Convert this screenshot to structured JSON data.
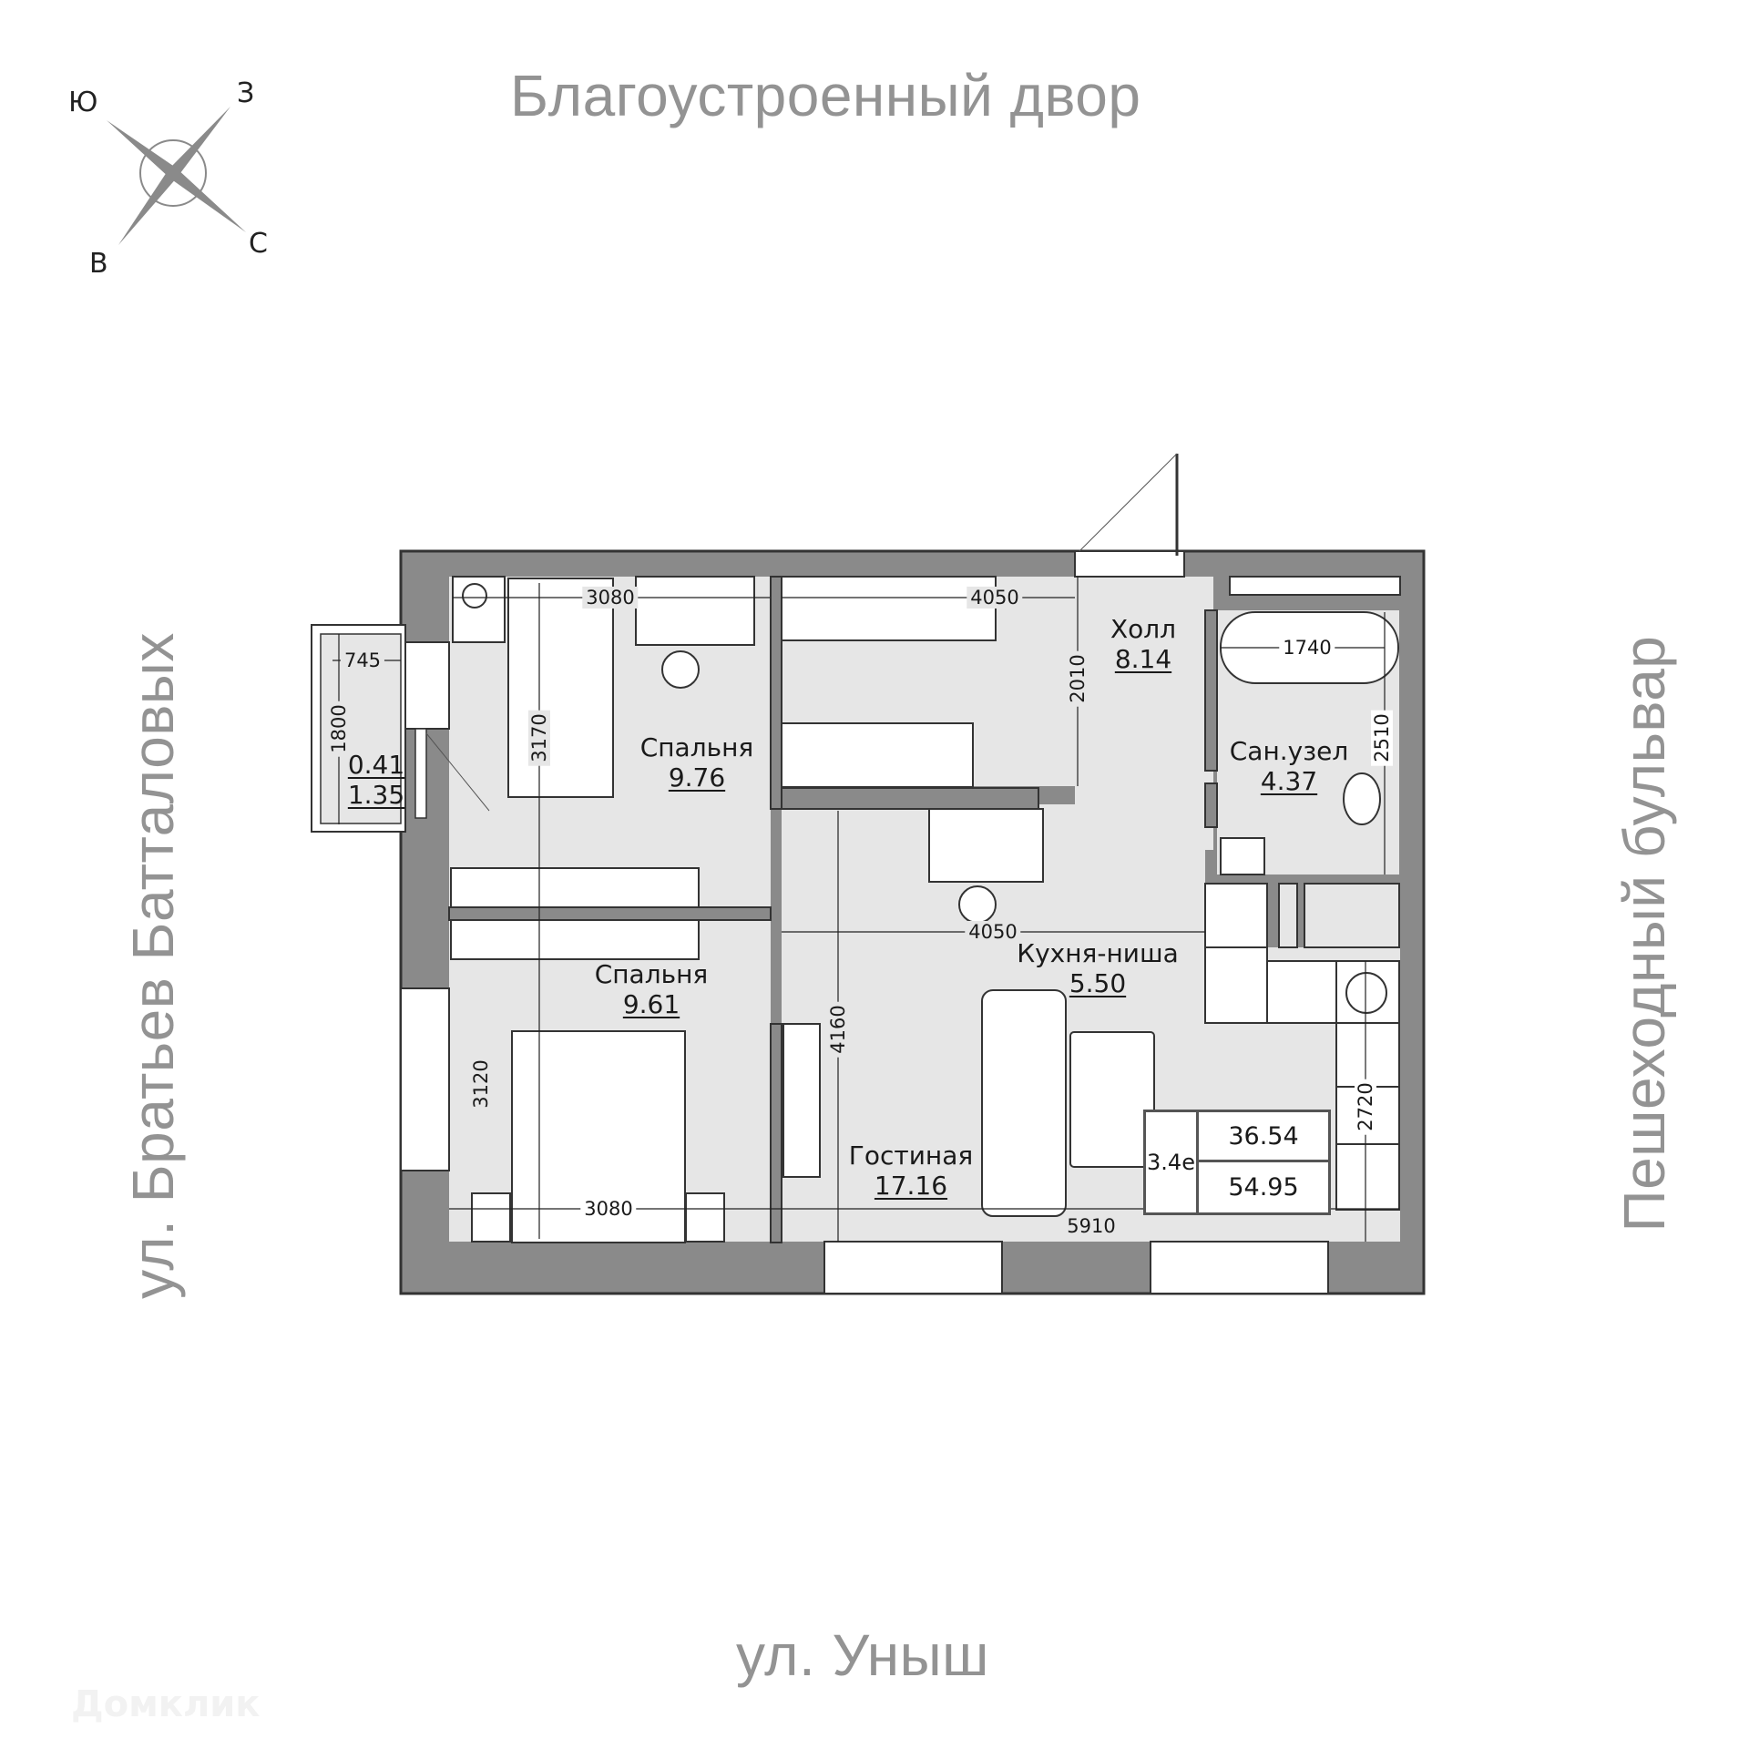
{
  "streets": {
    "top": "Благоустроенный двор",
    "bottom": "ул. Уныш",
    "left": "ул. Братьев Батталовых",
    "right": "Пешеходный бульвар"
  },
  "compass": {
    "labels": {
      "nw": "Ю",
      "ne": "З",
      "sw": "В",
      "se": "С"
    }
  },
  "watermark": "Домклик",
  "colors": {
    "wall": "#8a8a8a",
    "wall_outline": "#333333",
    "floor": "#e6e6e6",
    "furniture": "#ffffff",
    "street_text": "#939393"
  },
  "rooms": [
    {
      "id": "bedroom1",
      "name": "Спальня",
      "area": "9.76"
    },
    {
      "id": "bedroom2",
      "name": "Спальня",
      "area": "9.61"
    },
    {
      "id": "hall",
      "name": "Холл",
      "area": "8.14"
    },
    {
      "id": "bathroom",
      "name": "Сан.узел",
      "area": "4.37"
    },
    {
      "id": "kitchen",
      "name": "Кухня-ниша",
      "area": "5.50"
    },
    {
      "id": "living",
      "name": "Гостиная",
      "area": "17.16"
    },
    {
      "id": "balcony",
      "name": "",
      "area_reduced": "0.41",
      "area": "1.35"
    }
  ],
  "dimensions": {
    "bedroom1_width": "3080",
    "bedroom1_depth": "3170",
    "wardrobe_width": "4050",
    "hall_depth": "2010",
    "bath_width": "1740",
    "bath_depth": "2510",
    "balcony_width": "745",
    "balcony_length": "1800",
    "living_width": "4050",
    "living_depth": "4160",
    "bedroom2_depth": "3120",
    "bedroom2_width": "3080",
    "kitchen_depth": "2720",
    "living_total_width": "5910"
  },
  "legend": {
    "type": "3.4е",
    "living_area": "36.54",
    "total_area": "54.95"
  }
}
